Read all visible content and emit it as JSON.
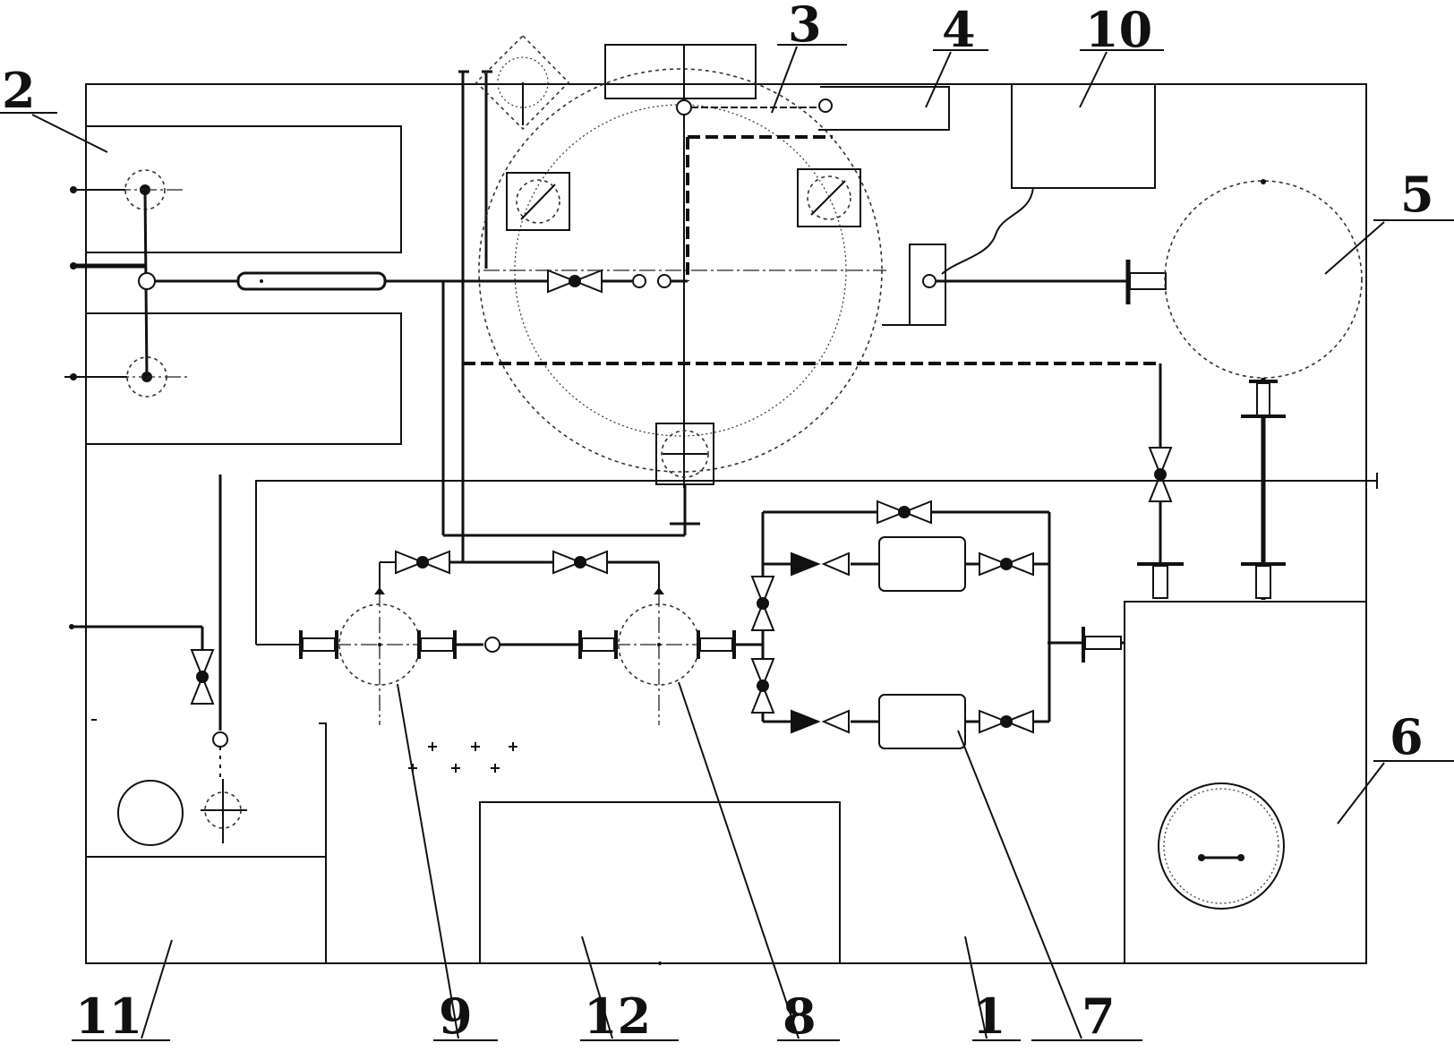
{
  "labels": {
    "frame": "1",
    "heater_groups": "2",
    "main_tank": "3",
    "control_box": "4",
    "pressure_vessel": "5",
    "storage_tank": "6",
    "filter": "7",
    "pump_b": "8",
    "pump_a": "9",
    "electric_cabinet": "10",
    "auxiliary_box": "11",
    "power_unit": "12"
  }
}
